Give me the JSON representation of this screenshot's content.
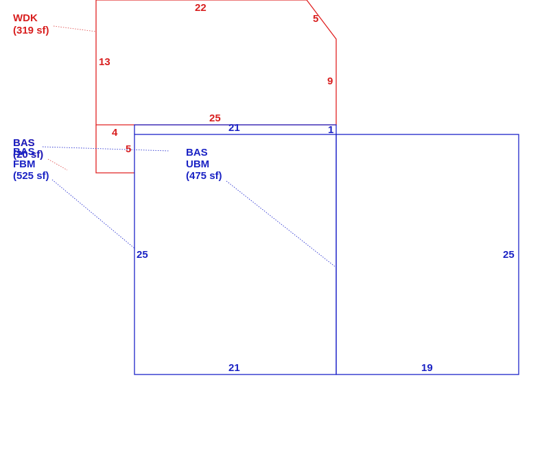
{
  "colors": {
    "deck": "#d81e1e",
    "base": "#1a22c4"
  },
  "areas": {
    "wdk": {
      "code": "WDK",
      "area": "(319 sf)"
    },
    "bas_small_a": {
      "code": "BAS",
      "area": "(20 sf)"
    },
    "bas_fbm": {
      "code": "BAS",
      "sub": "FBM",
      "area": "(525 sf)"
    },
    "bas_ubm": {
      "code": "BAS",
      "sub": "UBM",
      "area": "(475 sf)"
    }
  },
  "dimensions": {
    "deck_top": "22",
    "deck_angle": "5",
    "deck_left": "13",
    "deck_right": "9",
    "deck_bottom": "25",
    "small_top": "4",
    "small_right": "5",
    "base_top": "21",
    "base_notch": "1",
    "base_left": "25",
    "base_right": "25",
    "base_bottom_left": "21",
    "base_bottom_right": "19"
  }
}
